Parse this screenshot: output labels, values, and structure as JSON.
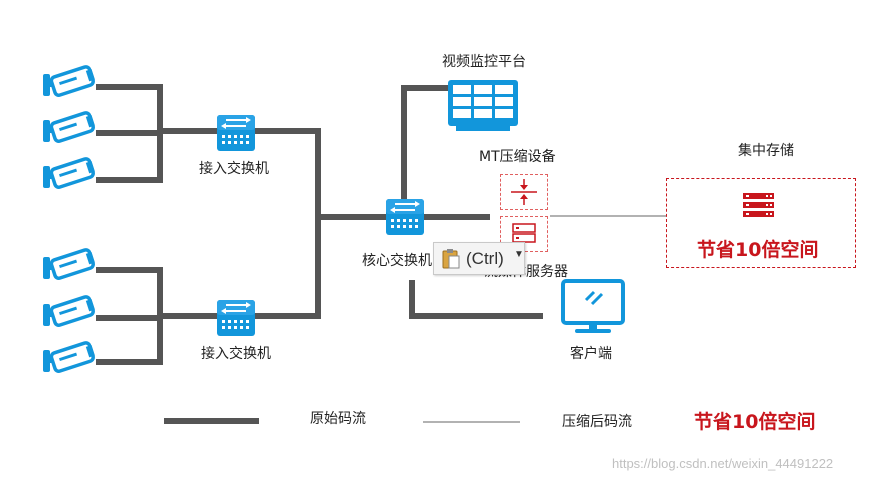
{
  "labels": {
    "video_platform": "视频监控平台",
    "mt_device": "MT压缩设备",
    "central_storage": "集中存储",
    "storage_saving": "节省10倍空间",
    "access_switch_top": "接入交换机",
    "access_switch_bottom": "接入交换机",
    "core_switch": "核心交换机",
    "stream_server": "流媒体服务器",
    "client": "客户端"
  },
  "legend": {
    "raw_stream": "原始码流",
    "compressed_stream": "压缩后码流",
    "saving": "节省10倍空间"
  },
  "paste_popup": {
    "label": "(Ctrl)"
  },
  "watermark": "https://blog.csdn.net/weixin_44491222",
  "colors": {
    "thick_line": "#555555",
    "thin_line": "#666666",
    "device_blue": "#1296db",
    "accent_red": "#c8161d"
  }
}
